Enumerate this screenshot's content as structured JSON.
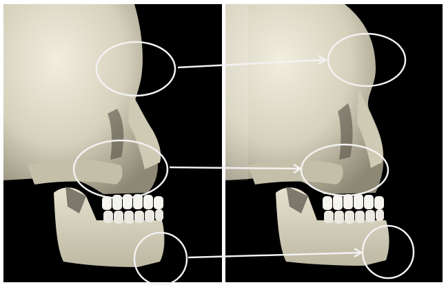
{
  "image": {
    "subject": "skull-profile-comparison",
    "panels": [
      {
        "id": "left",
        "view": "skull-lateral"
      },
      {
        "id": "right",
        "view": "skull-lateral"
      }
    ],
    "annotations": [
      {
        "region": "glabella",
        "marker": "ellipse",
        "arrow": "left-to-right"
      },
      {
        "region": "maxilla",
        "marker": "ellipse",
        "arrow": "left-to-right"
      },
      {
        "region": "chin",
        "marker": "ellipse",
        "arrow": "left-to-right"
      }
    ]
  },
  "colors": {
    "background": "#000000",
    "bone": "#d9d5c2",
    "bone_shadow": "#a9a48f",
    "annotation": "#f2f2f2"
  }
}
